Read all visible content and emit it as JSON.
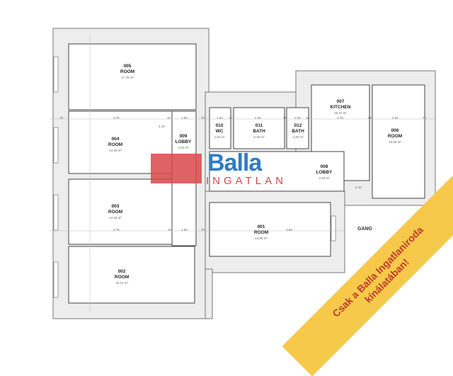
{
  "rooms": [
    {
      "id": "005",
      "name": "ROOM",
      "area": "17.76 m²"
    },
    {
      "id": "004",
      "name": "ROOM",
      "area": "14.49 m²"
    },
    {
      "id": "003",
      "name": "ROOM",
      "area": "14.25 m²"
    },
    {
      "id": "002",
      "name": "ROOM",
      "area": "15.21 m²"
    },
    {
      "id": "009",
      "name": "LOBBY",
      "area": "4.15 m²"
    },
    {
      "id": "010",
      "name": "WC",
      "area": "2.20 m²"
    },
    {
      "id": "011",
      "name": "BATH",
      "area": "5.28 m²"
    },
    {
      "id": "012",
      "name": "BATH",
      "area": "2.20 m²"
    },
    {
      "id": "007",
      "name": "KITCHEN",
      "area": "15.21 m²"
    },
    {
      "id": "006",
      "name": "ROOM",
      "area": "10.56 m²"
    },
    {
      "id": "008",
      "name": "LOBBY",
      "area": "4.25 m²"
    },
    {
      "id": "001",
      "name": "ROOM",
      "area": "13.89 m²"
    }
  ],
  "gang": "GANG",
  "dims": [
    "70",
    "4.75",
    "10",
    "1.00",
    "70",
    "1.00",
    "10",
    "2.40",
    "10",
    "1.00",
    "10",
    "2.75",
    "10",
    "2.05",
    "70",
    "4.75",
    "10",
    "1.00",
    "70",
    "3.60",
    "2.10",
    "2.10"
  ],
  "logo": {
    "brand": "Balla",
    "sub": "INGATLAN"
  },
  "banner": {
    "line1": "Csak a Balla Ingatlaniroda",
    "line2": "kínálatában!"
  }
}
